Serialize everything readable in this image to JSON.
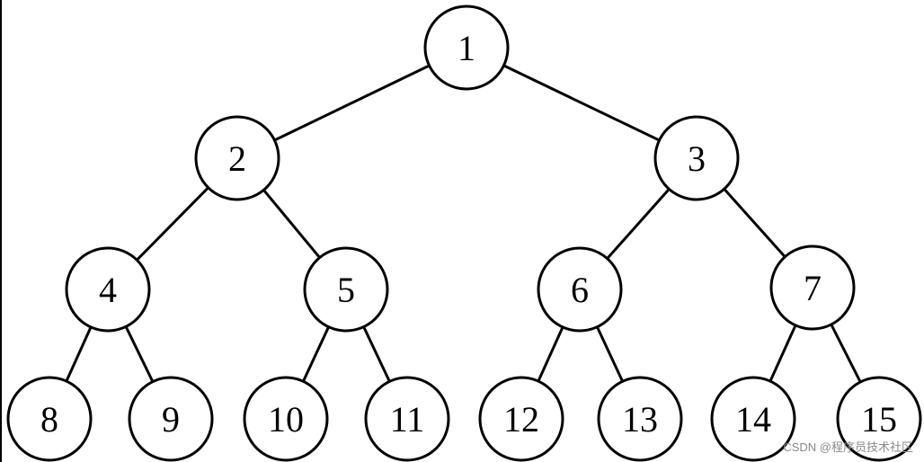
{
  "tree": {
    "nodes": [
      {
        "id": 1,
        "label": "1"
      },
      {
        "id": 2,
        "label": "2"
      },
      {
        "id": 3,
        "label": "3"
      },
      {
        "id": 4,
        "label": "4"
      },
      {
        "id": 5,
        "label": "5"
      },
      {
        "id": 6,
        "label": "6"
      },
      {
        "id": 7,
        "label": "7"
      },
      {
        "id": 8,
        "label": "8"
      },
      {
        "id": 9,
        "label": "9"
      },
      {
        "id": 10,
        "label": "10"
      },
      {
        "id": 11,
        "label": "11"
      },
      {
        "id": 12,
        "label": "12"
      },
      {
        "id": 13,
        "label": "13"
      },
      {
        "id": 14,
        "label": "14"
      },
      {
        "id": 15,
        "label": "15"
      }
    ],
    "edges": [
      [
        1,
        2
      ],
      [
        1,
        3
      ],
      [
        2,
        4
      ],
      [
        2,
        5
      ],
      [
        3,
        6
      ],
      [
        3,
        7
      ],
      [
        4,
        8
      ],
      [
        4,
        9
      ],
      [
        5,
        10
      ],
      [
        5,
        11
      ],
      [
        6,
        12
      ],
      [
        6,
        13
      ],
      [
        7,
        14
      ],
      [
        7,
        15
      ]
    ]
  },
  "watermark": {
    "text": "CSDN @程序员技术社区"
  }
}
